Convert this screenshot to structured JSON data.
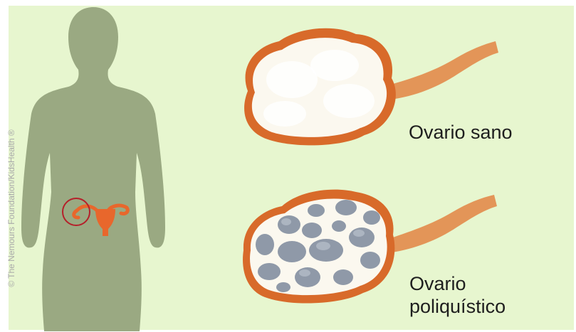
{
  "labels": {
    "healthy_ovary": "Ovario sano",
    "polycystic_ovary_line1": "Ovario",
    "polycystic_ovary_line2": "poliquístico"
  },
  "credit": "© The Nemours Foundation/KidsHealth ®",
  "colors": {
    "background": "#e7f6cf",
    "silhouette": "#9aa982",
    "ovary_outline": "#d86a2a",
    "ovary_fill": "#fbf8ef",
    "cyst": "#8f99a8",
    "highlight_circle": "#b5202a",
    "uterus": "#e8672c"
  },
  "icons": [
    "woman-silhouette",
    "uterus-icon",
    "highlight-circle-icon",
    "healthy-ovary-illustration",
    "polycystic-ovary-illustration"
  ]
}
